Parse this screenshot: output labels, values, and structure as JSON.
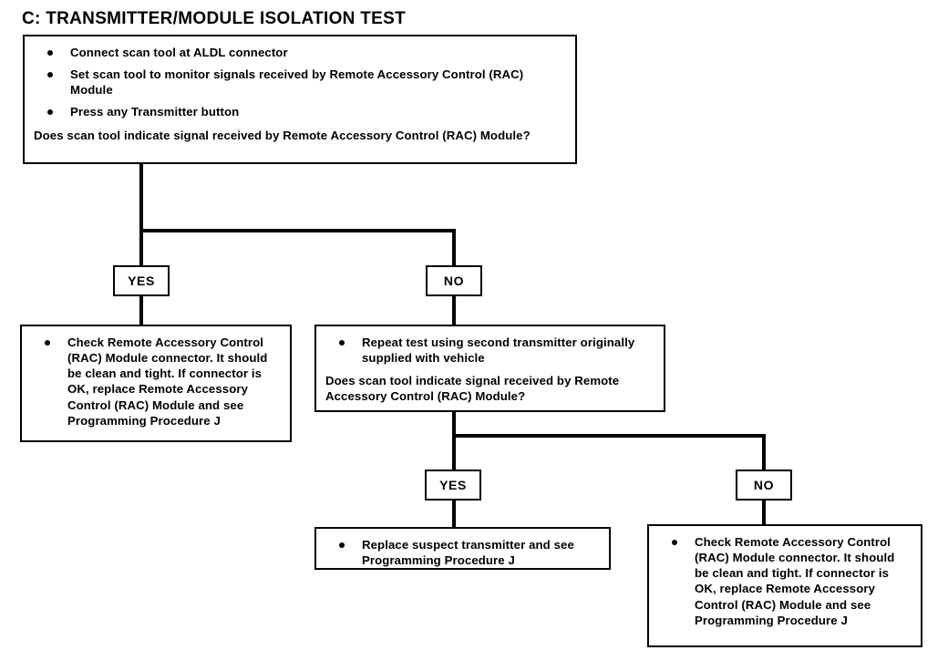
{
  "page": {
    "title": "C: TRANSMITTER/MODULE ISOLATION TEST",
    "background_color": "#ffffff",
    "line_color": "#000000"
  },
  "flowchart": {
    "type": "troubleshooting-flowchart",
    "step1": {
      "bullets": [
        "Connect scan tool at ALDL connector",
        "Set scan tool to monitor signals received by Remote Accessory Control (RAC) Module",
        "Press any Transmitter button"
      ],
      "question": "Does scan tool indicate signal received by Remote Accessory Control (RAC) Module?"
    },
    "branch1": {
      "yes_label": "YES",
      "no_label": "NO"
    },
    "yes_result": {
      "bullets": [
        "Check Remote Accessory Control (RAC) Module connector. It should be clean and tight. If connector is OK, replace Remote Accessory Control (RAC) Module and see Programming Procedure J"
      ]
    },
    "step2": {
      "bullets": [
        "Repeat test using second transmitter originally supplied with vehicle"
      ],
      "question": "Does scan tool indicate signal received by Remote Accessory Control (RAC) Module?"
    },
    "branch2": {
      "yes_label": "YES",
      "no_label": "NO"
    },
    "yes_result2": {
      "bullets": [
        "Replace suspect transmitter and see Programming Procedure J"
      ]
    },
    "no_result2": {
      "bullets": [
        "Check Remote Accessory Control (RAC) Module connector. It should be clean and tight. If connector is OK, replace Remote Accessory Control (RAC) Module and see Programming Procedure J"
      ]
    }
  }
}
